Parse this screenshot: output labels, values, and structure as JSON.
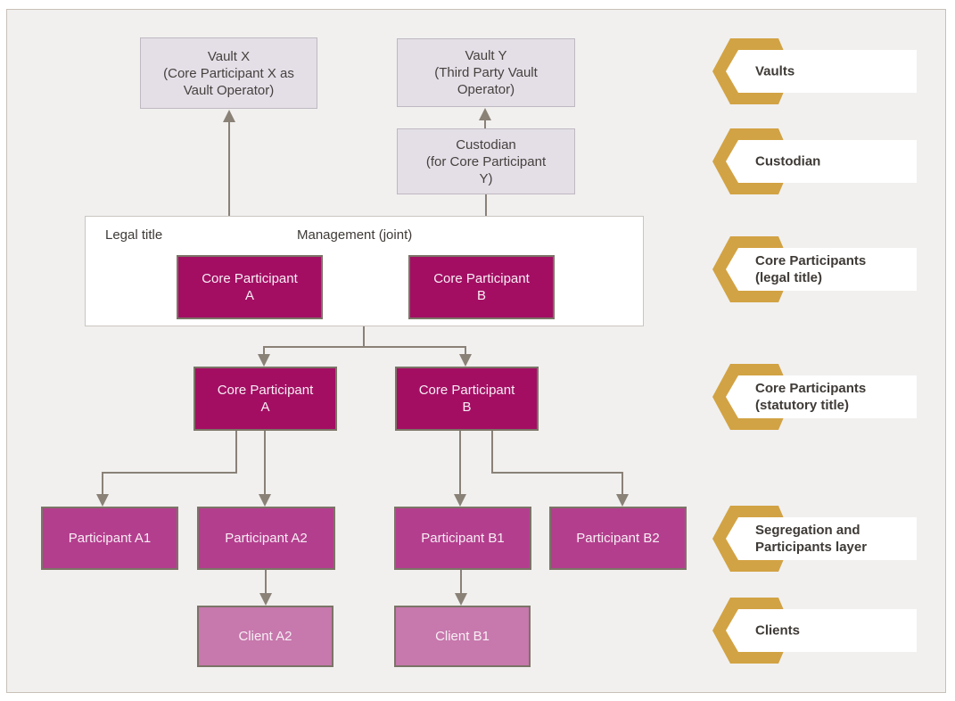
{
  "nodes": {
    "vault_x": {
      "label": [
        "Vault X",
        "(Core Participant X as",
        "Vault Operator)"
      ]
    },
    "vault_y": {
      "label": [
        "Vault Y",
        "(Third Party Vault",
        "Operator)"
      ]
    },
    "custodian": {
      "label": [
        "Custodian",
        "(for Core Participant",
        "Y)"
      ]
    },
    "legal_frame": {
      "legal_title_label": "Legal title",
      "management_label": "Management (joint)"
    },
    "cp_a_legal": {
      "label": [
        "Core Participant",
        "A"
      ]
    },
    "cp_b_legal": {
      "label": [
        "Core Participant",
        "B"
      ]
    },
    "cp_a_stat": {
      "label": [
        "Core Participant",
        "A"
      ]
    },
    "cp_b_stat": {
      "label": [
        "Core Participant",
        "B"
      ]
    },
    "participant_a1": {
      "label": "Participant A1"
    },
    "participant_a2": {
      "label": "Participant A2"
    },
    "participant_b1": {
      "label": "Participant B1"
    },
    "participant_b2": {
      "label": "Participant B2"
    },
    "client_a2": {
      "label": "Client A2"
    },
    "client_b1": {
      "label": "Client B1"
    }
  },
  "side_labels": [
    {
      "id": "vaults",
      "label": "Vaults"
    },
    {
      "id": "custodian",
      "label": "Custodian"
    },
    {
      "id": "core-participants-legal",
      "label": [
        "Core Participants",
        "(legal title)"
      ]
    },
    {
      "id": "core-participants-statutory",
      "label": [
        "Core Participants",
        "(statutory title)"
      ]
    },
    {
      "id": "segregation-participants",
      "label": [
        "Segregation and",
        "Participants layer"
      ]
    },
    {
      "id": "clients",
      "label": "Clients"
    }
  ],
  "colors": {
    "core": "#a30e63",
    "participant": "#b43e8e",
    "client": "#c778ad",
    "vault_bg": "#e4dfe7",
    "vault_border": "#bfb8c1",
    "gold": "#d2a344",
    "connector": "#8a8177",
    "panel_bg": "#f1f0ef",
    "panel_border": "#c7c0b8",
    "box_border": "#7b7467",
    "text_dark": "#3e3a36",
    "text_light": "#f7eef4"
  }
}
